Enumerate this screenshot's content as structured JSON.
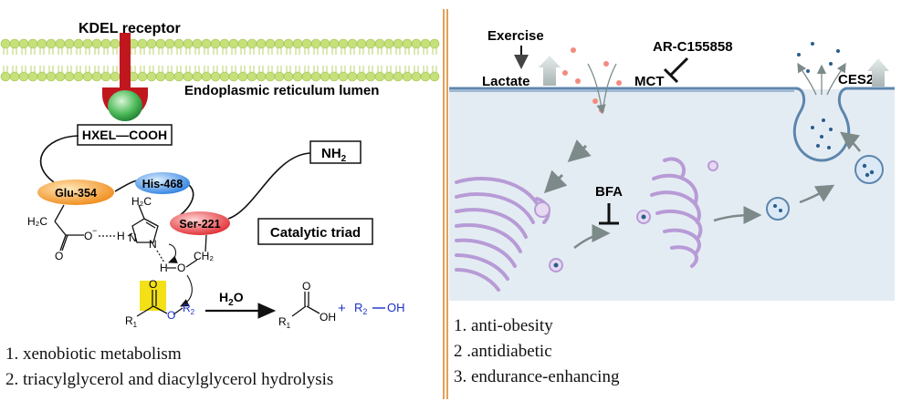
{
  "left": {
    "receptor_label": "KDEL receptor",
    "er_label": "Endoplasmic reticulum lumen",
    "motif_label": "HXEL—COOH",
    "amino_acids": {
      "glu": "Glu-354",
      "his": "His-468",
      "ser": "Ser-221"
    },
    "terminus": "NH",
    "terminus_sub": "2",
    "triad_label": "Catalytic triad",
    "water_label": "H",
    "water_sub": "2",
    "water_o": "O",
    "chem": {
      "h2c": "H₂C",
      "ch2": "CH₂",
      "h2c_his": "H₂C",
      "o_minus": "O",
      "minus": "−",
      "h": "H",
      "n": "N",
      "nplus": "N",
      "h_ser": "H",
      "o_ser": "O",
      "o_carbonyl": "O",
      "o_ester": "O",
      "r1": "R",
      "r1_sub": "1",
      "r2": "R",
      "r2_sub": "2",
      "o_acid": "O",
      "oh": "OH",
      "r1b": "R",
      "r1b_sub": "1",
      "plus": "+",
      "r2oh_r": "R",
      "r2oh_sub": "2",
      "r2oh_oh": "OH",
      "o_glu": "O"
    },
    "captions": [
      "1. xenobiotic metabolism",
      "2. triacylglycerol and diacylglycerol hydrolysis"
    ]
  },
  "right": {
    "exercise": "Exercise",
    "lactate": "Lactate",
    "inhibitor": "AR-C155858",
    "mct": "MCT",
    "ces2": "CES2",
    "bfa": "BFA",
    "captions": [
      "1. anti-obesity",
      "2 .antidiabetic",
      "3. endurance-enhancing"
    ]
  },
  "colors": {
    "divider": "#e0a25a",
    "membrane_lipid": "#c6e07a",
    "receptor": "#c0171f",
    "glu": "#f39c2c",
    "his": "#3b8de0",
    "ser": "#e8353a",
    "highlight": "#f3e017",
    "blue_text": "#1a2fc8",
    "cell": "#e4ecf3",
    "golgi": "#b79bd6",
    "vesicle": "#2a5d8c"
  }
}
